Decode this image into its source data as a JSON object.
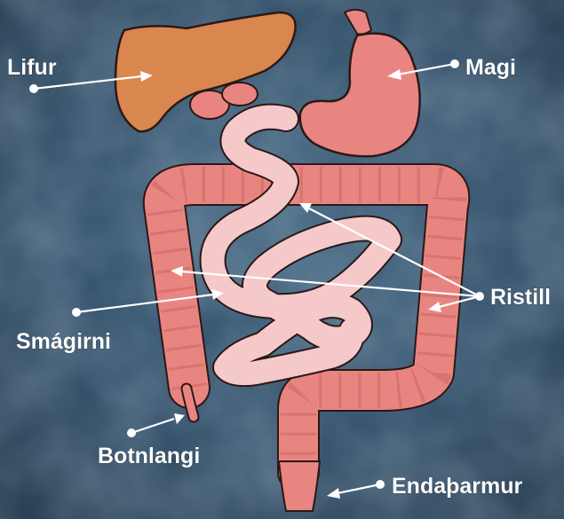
{
  "diagram": {
    "labels": {
      "liver": "Lifur",
      "stomach": "Magi",
      "colon": "Ristill",
      "small_intestine": "Smágirni",
      "appendix": "Botnlangi",
      "rectum": "Endaþarmur"
    },
    "colors": {
      "background": "#2a4660",
      "liver": "#d9874e",
      "organ_pink": "#e98580",
      "small_intestine": "#f5c9c9",
      "outline": "#2b1818",
      "label_text": "#ffffff"
    }
  }
}
